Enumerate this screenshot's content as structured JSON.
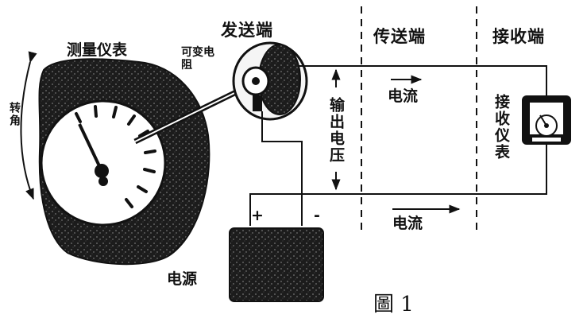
{
  "labels": {
    "send_end": "发送端",
    "transmit_end": "传送端",
    "receive_end": "接收端",
    "measuring_meter": "测量仪表",
    "variable_resistor": "可变电阻",
    "output_voltage": "输出电压",
    "current_top": "电流",
    "current_bottom": "电流",
    "receiving_meter": "接收仪表",
    "power_source": "电源",
    "plus": "+",
    "minus": "-",
    "rotation_angle": "转角",
    "figure_caption": "圖 1"
  },
  "colors": {
    "ink": "#111111",
    "paper": "#ffffff",
    "texture": "#2a2a2a"
  }
}
